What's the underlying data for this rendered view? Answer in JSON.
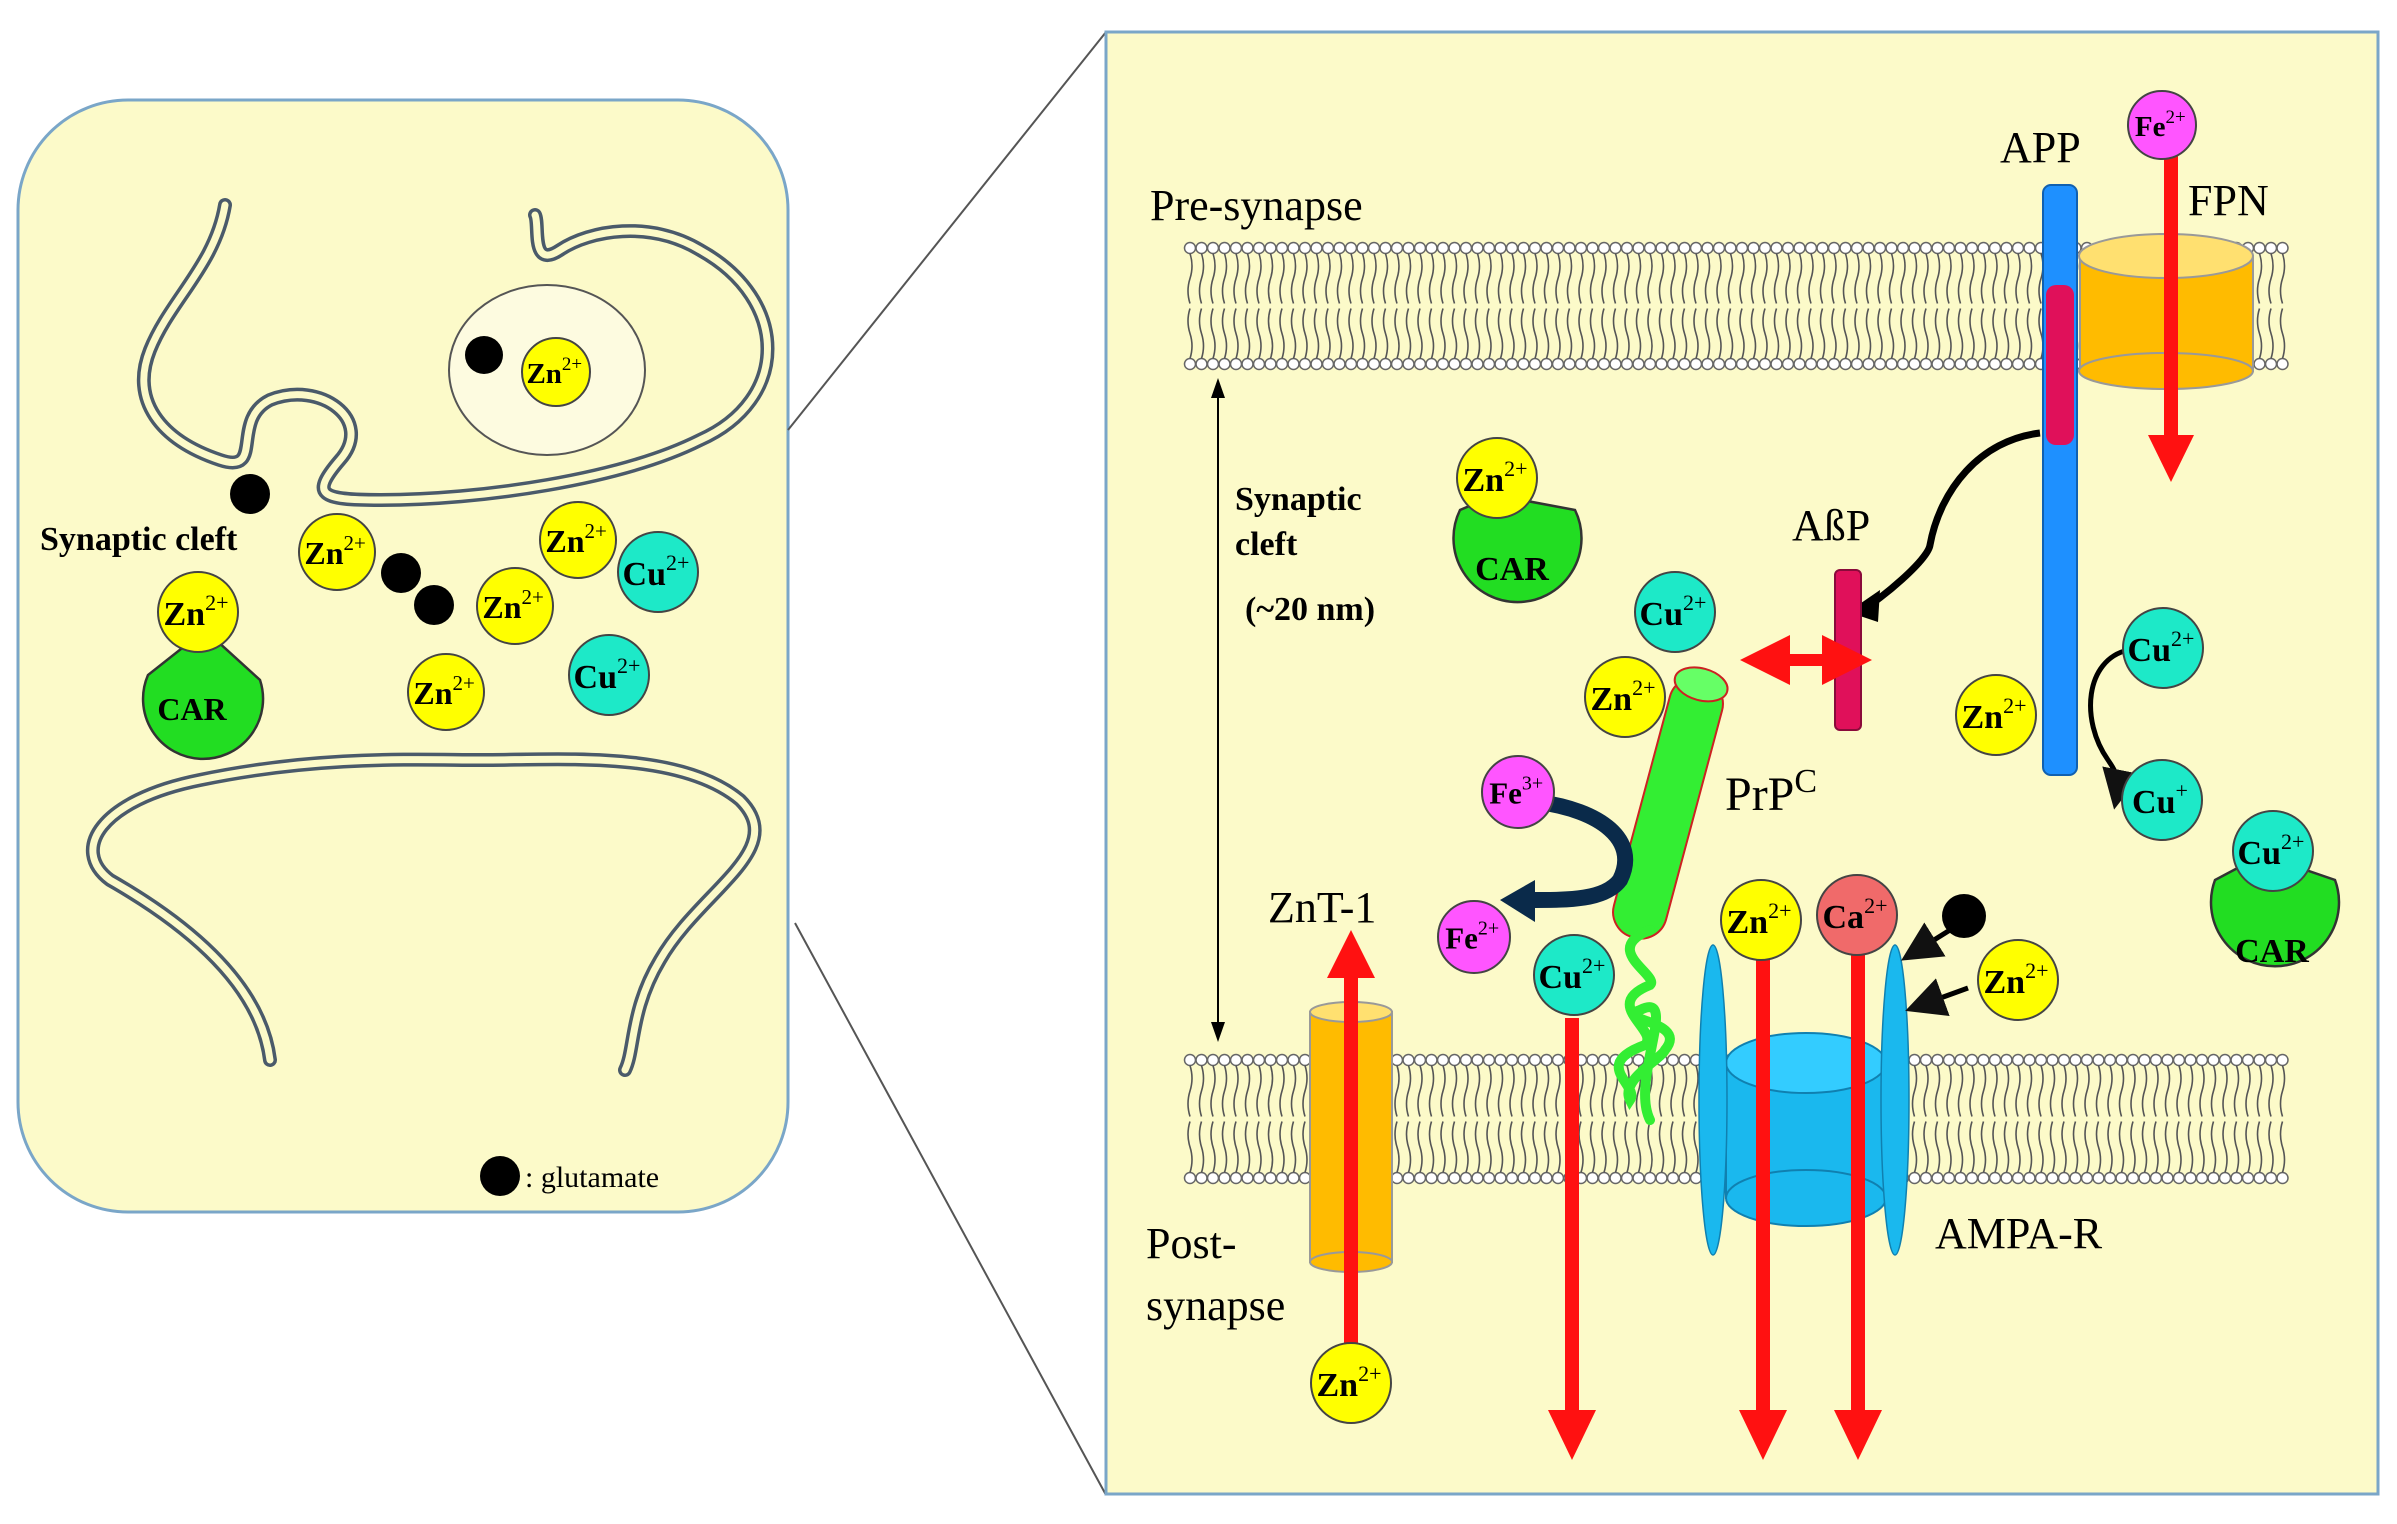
{
  "left_panel": {
    "labels": {
      "synaptic_cleft": "Synaptic cleft",
      "legend_text": ": glutamate"
    },
    "ions": [
      {
        "element": "Zn",
        "charge": "2+",
        "color": "#ffff00"
      },
      {
        "element": "Zn",
        "charge": "2+",
        "color": "#ffff00"
      },
      {
        "element": "Zn",
        "charge": "2+",
        "color": "#ffff00"
      },
      {
        "element": "Zn",
        "charge": "2+",
        "color": "#ffff00"
      },
      {
        "element": "Zn",
        "charge": "2+",
        "color": "#ffff00"
      },
      {
        "element": "Cu",
        "charge": "2+",
        "color": "#1de9c8"
      },
      {
        "element": "Cu",
        "charge": "2+",
        "color": "#1de9c8"
      },
      {
        "element": "Zn",
        "charge": "2+",
        "color": "#ffff00"
      }
    ],
    "car_label": "CAR"
  },
  "right_panel": {
    "labels": {
      "pre_synapse": "Pre-synapse",
      "post_synapse_1": "Post-",
      "post_synapse_2": "synapse",
      "synaptic_cleft_1": "Synaptic",
      "synaptic_cleft_2": "cleft",
      "distance": "(~20 nm)",
      "app": "APP",
      "fpn": "FPN",
      "abp": "AßP",
      "prpc": "PrP",
      "prpc_sup": "C",
      "znt1": "ZnT-1",
      "ampa_r": "AMPA-R"
    },
    "ions": [
      {
        "element": "Fe",
        "charge": "2+",
        "color": "#ff55ff"
      },
      {
        "element": "Zn",
        "charge": "2+",
        "color": "#ffff00"
      },
      {
        "element": "Cu",
        "charge": "2+",
        "color": "#1de9c8"
      },
      {
        "element": "Zn",
        "charge": "2+",
        "color": "#ffff00"
      },
      {
        "element": "Cu",
        "charge": "2+",
        "color": "#1de9c8"
      },
      {
        "element": "Zn",
        "charge": "2+",
        "color": "#ffff00"
      },
      {
        "element": "Cu",
        "charge": "+",
        "color": "#1de9c8"
      },
      {
        "element": "Cu",
        "charge": "2+",
        "color": "#1de9c8"
      },
      {
        "element": "Fe",
        "charge": "3+",
        "color": "#ff55ff"
      },
      {
        "element": "Fe",
        "charge": "2+",
        "color": "#ff55ff"
      },
      {
        "element": "Cu",
        "charge": "2+",
        "color": "#1de9c8"
      },
      {
        "element": "Zn",
        "charge": "2+",
        "color": "#ffff00"
      },
      {
        "element": "Ca",
        "charge": "2+",
        "color": "#f06a6a"
      },
      {
        "element": "Zn",
        "charge": "2+",
        "color": "#ffff00"
      },
      {
        "element": "Zn",
        "charge": "2+",
        "color": "#ffff00"
      }
    ],
    "car_labels": [
      "CAR",
      "CAR"
    ]
  },
  "colors": {
    "panel_fill": "#fcfac9",
    "car_green": "#22dd22",
    "arrow_red": "#ff1111",
    "app_blue": "#1e90ff",
    "abp_pink": "#e0105a",
    "transporter_orange": "#ffbb00",
    "ampa_blue": "#1ab8ee",
    "prpc_green": "#33ee33"
  }
}
